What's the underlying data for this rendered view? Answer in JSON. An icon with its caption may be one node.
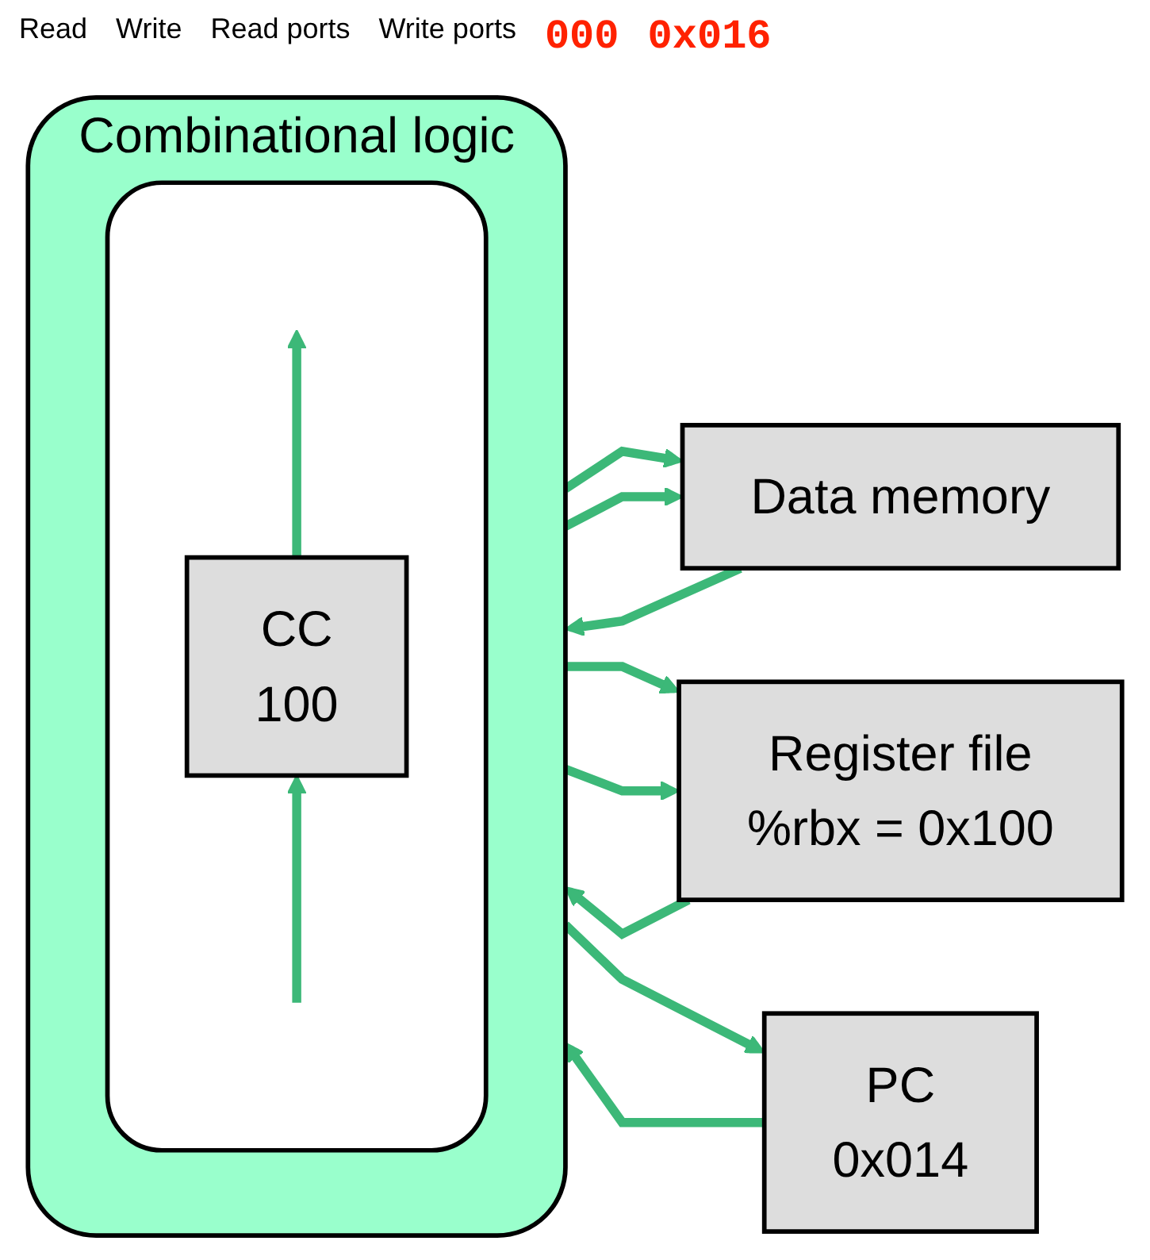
{
  "diagram": {
    "nodes": [
      {
        "text": [
          "Combinational logic"
        ]
      },
      {
        "text": [],
        "shape": "box",
        "in": 0
      },
      {
        "text": [
          "CC",
          "100"
        ],
        "in": 1
      },
      {
        "text": [
          "Data memory"
        ]
      },
      {
        "text": [
          "Register file",
          "%rbx = 0x100"
        ]
      },
      {
        "text": [
          "PC",
          "0x014"
        ]
      }
    ],
    "edges": [
      {
        "from": null,
        "to": 2,
        "arrow": "to"
      },
      {
        "from": 2,
        "to": null,
        "arrow": "to"
      },
      {
        "from": 3,
        "to": 0,
        "arrow": "to"
      },
      {
        "from": 0,
        "to": 3,
        "arrow": "to"
      },
      {
        "from": 0,
        "to": 3,
        "arrow": "to"
      },
      {
        "from": 4,
        "to": 0,
        "arrow": "to"
      },
      {
        "from": 0,
        "to": 4,
        "arrow": "to"
      },
      {
        "from": 0,
        "to": 4,
        "arrow": "to"
      },
      {
        "from": 0,
        "to": 5,
        "arrow": "to"
      },
      {
        "from": 5,
        "to": 0,
        "arrow": "to"
      }
    ],
    "labels": [
      "Read",
      "Write",
      "Read ports",
      "Write ports",
      "000",
      "0x016"
    ]
  }
}
